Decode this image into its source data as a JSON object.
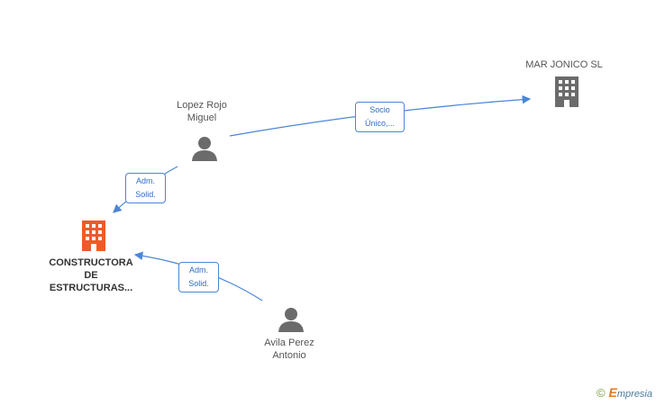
{
  "nodes": {
    "mar_jonico": {
      "label": "MAR JONICO SL",
      "type": "company",
      "color": "#6b6b6b"
    },
    "lopez": {
      "label_line1": "Lopez Rojo",
      "label_line2": "Miguel",
      "type": "person",
      "color": "#6b6b6b"
    },
    "constructora": {
      "label_line1": "CONSTRUCTORA",
      "label_line2": "DE",
      "label_line3": "ESTRUCTURAS...",
      "type": "company",
      "color": "#f05a28"
    },
    "avila": {
      "label_line1": "Avila Perez",
      "label_line2": "Antonio",
      "type": "person",
      "color": "#6b6b6b"
    }
  },
  "edges": {
    "lopez_to_mar": {
      "line1": "Socio",
      "line2": "Único,..."
    },
    "lopez_to_constructora": {
      "line1": "Adm.",
      "line2": "Solid."
    },
    "avila_to_constructora": {
      "line1": "Adm.",
      "line2": "Solid."
    }
  },
  "colors": {
    "edge": "#4a86d6",
    "edge_text": "#2f6fc4"
  },
  "brand": {
    "copyright": "©",
    "initial": "E",
    "name": "mpresia"
  }
}
